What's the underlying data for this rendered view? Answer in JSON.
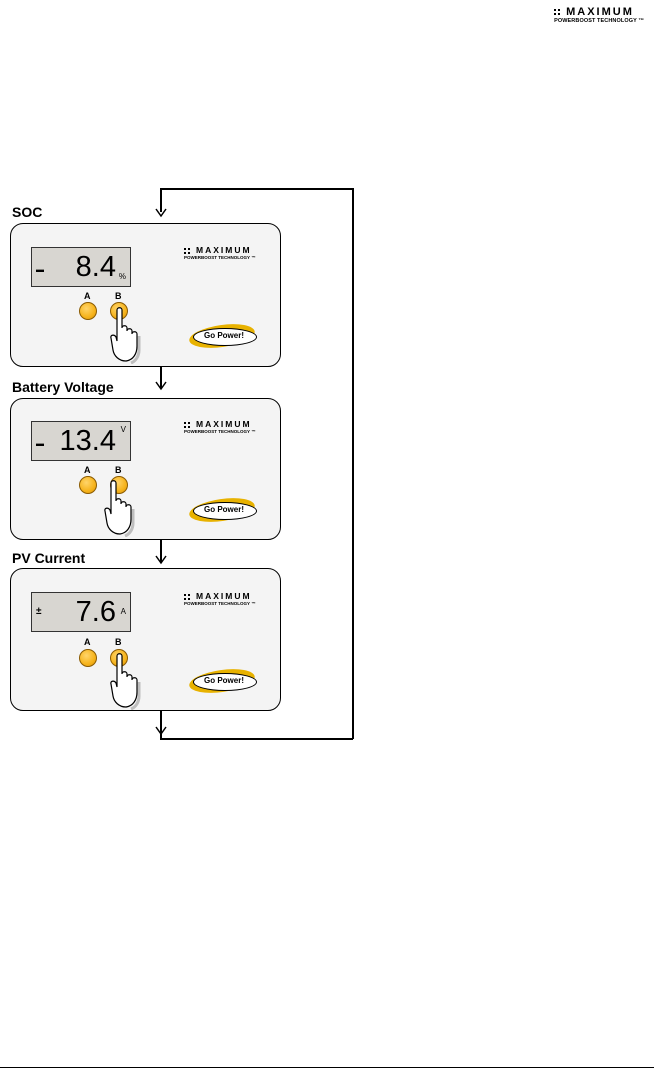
{
  "header": {
    "brand": "MAXIMUM",
    "tagline": "POWERBOOST TECHNOLOGY ™"
  },
  "steps": [
    {
      "title": "SOC",
      "indicator": "▬",
      "value": "8.4",
      "unit": "%",
      "button_a": "A",
      "button_b": "B",
      "panel_brand": "MAXIMUM",
      "panel_tagline": "POWERBOOST TECHNOLOGY ™",
      "go_power": "Go Power!"
    },
    {
      "title": "Battery Voltage",
      "indicator": "▬",
      "value": "13.4",
      "unit": "V",
      "button_a": "A",
      "button_b": "B",
      "panel_brand": "MAXIMUM",
      "panel_tagline": "POWERBOOST TECHNOLOGY ™",
      "go_power": "Go Power!"
    },
    {
      "title": "PV Current",
      "indicator": "±",
      "value": "7.6",
      "unit": "A",
      "button_a": "A",
      "button_b": "B",
      "panel_brand": "MAXIMUM",
      "panel_tagline": "POWERBOOST TECHNOLOGY ™",
      "go_power": "Go Power!"
    }
  ]
}
